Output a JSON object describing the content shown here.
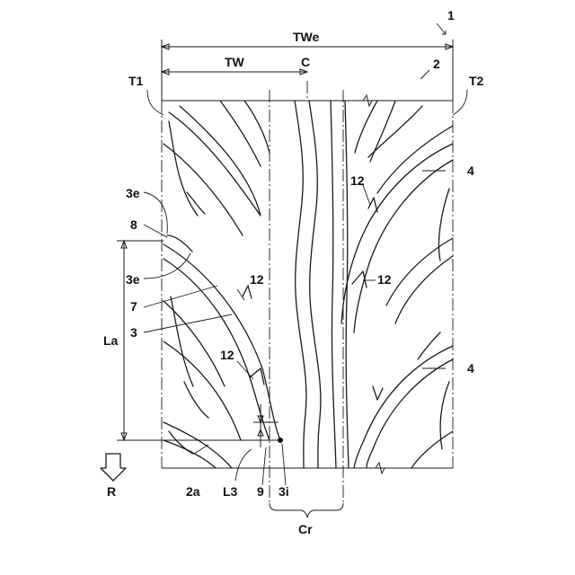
{
  "labels": {
    "fig_number": "1",
    "pattern_ref": "2",
    "tread_width_edge": "TWe",
    "tread_width": "TW",
    "center": "C",
    "edge_t1": "T1",
    "edge_t2": "T2",
    "groove_4_top": "4",
    "groove_4_bottom": "4",
    "sipe_12_right_top": "12",
    "sipe_12_right_mid": "12",
    "sipe_12_left_mid": "12",
    "sipe_12_left_low": "12",
    "end_3e_top": "3e",
    "end_3e_mid": "3e",
    "ref_8": "8",
    "ref_7": "7",
    "ref_3": "3",
    "length_la": "La",
    "direction_r": "R",
    "ref_2a": "2a",
    "ref_l3": "L3",
    "ref_9": "9",
    "ref_3i": "3i",
    "crown_cr": "Cr"
  },
  "colors": {
    "line": "#1a1a1a",
    "background": "#ffffff"
  }
}
